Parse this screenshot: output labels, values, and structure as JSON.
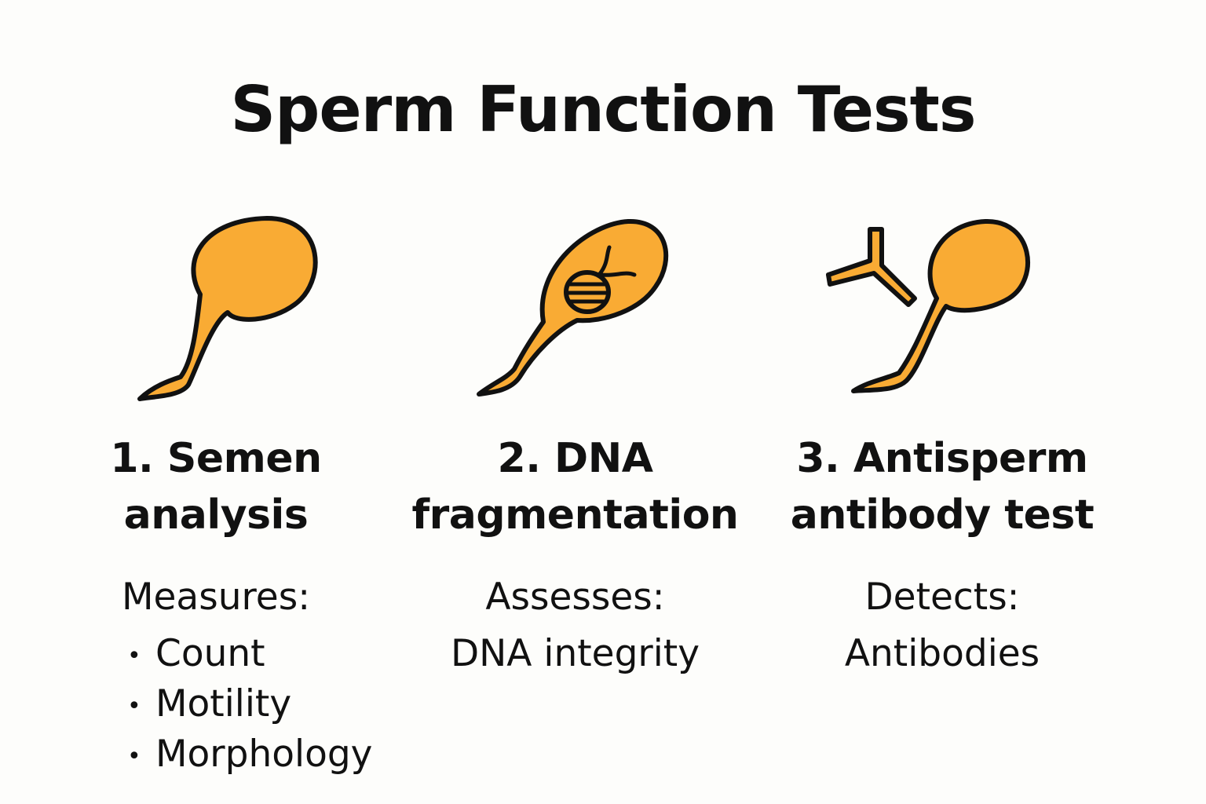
{
  "title": "Sperm Function Tests",
  "colors": {
    "fill": "#f9ab34",
    "outline": "#111111",
    "background": "#fdfdfb"
  },
  "tests": [
    {
      "number_heading_line1": "1. Semen",
      "number_heading_line2": "analysis",
      "label": "Measures:",
      "items": [
        "Count",
        "Motility",
        "Morphology"
      ],
      "icon": "sperm-icon"
    },
    {
      "number_heading_line1": "2. DNA",
      "number_heading_line2": "fragmentation",
      "label": "Assesses:",
      "value": "DNA integrity",
      "icon": "sperm-dna-icon"
    },
    {
      "number_heading_line1": "3. Antisperm",
      "number_heading_line2": "antibody test",
      "label": "Detects:",
      "value": "Antibodies",
      "icon": "sperm-antibody-icon"
    }
  ]
}
